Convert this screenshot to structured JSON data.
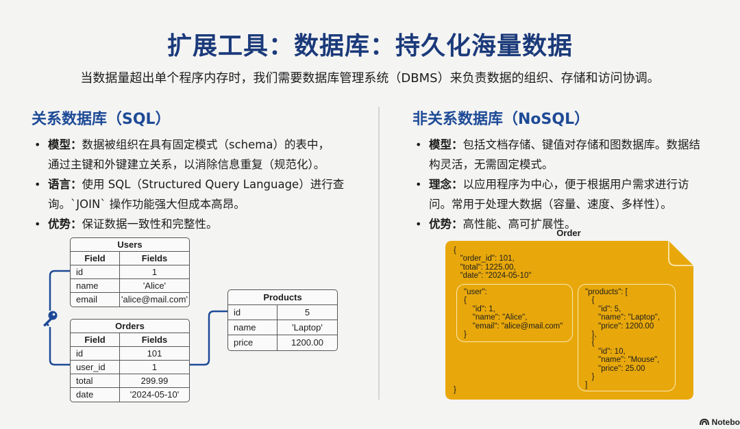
{
  "header": {
    "title": "扩展工具：数据库：持久化海量数据",
    "subtitle": "当数据量超出单个程序内存时，我们需要数据库管理系统（DBMS）来负责数据的组织、存储和访问协调。"
  },
  "sql": {
    "heading": "关系数据库（SQL）",
    "bullets": [
      {
        "label": "模型：",
        "text": "数据被组织在具有固定模式（schema）的表中，",
        "text2": "通过主键和外键建立关系，以消除信息重复（规范化）。"
      },
      {
        "label": "语言：",
        "text": "使用 SQL（Structured Query Language）进行查",
        "text2": "询。`JOIN` 操作功能强大但成本高昂。"
      },
      {
        "label": "优势：",
        "text": "保证数据一致性和完整性。"
      }
    ],
    "tables": {
      "users": {
        "name": "Users",
        "col1": "Field",
        "col2": "Fields",
        "rows": [
          [
            "id",
            "1"
          ],
          [
            "name",
            "'Alice'"
          ],
          [
            "email",
            "'alice@mail.com'"
          ]
        ]
      },
      "orders": {
        "name": "Orders",
        "col1": "Field",
        "col2": "Fields",
        "rows": [
          [
            "id",
            "101"
          ],
          [
            "user_id",
            "1"
          ],
          [
            "total",
            "299.99"
          ],
          [
            "date",
            "'2024-05-10'"
          ]
        ]
      },
      "products": {
        "name": "Products",
        "rows": [
          [
            "id",
            "5"
          ],
          [
            "name",
            "'Laptop'"
          ],
          [
            "price",
            "1200.00"
          ]
        ]
      }
    },
    "key_icon": "key-icon",
    "line_color": "#1d4a96"
  },
  "nosql": {
    "heading": "非关系数据库（NoSQL）",
    "bullets": [
      {
        "label": "模型：",
        "text": "包括文档存储、键值对存储和图数据库。数据结",
        "text2": "构灵活，无需固定模式。"
      },
      {
        "label": "理念：",
        "text": "以应用程序为中心，便于根据用户需求进行访",
        "text2": "问。常用于处理大数据（容量、速度、多样性）。"
      },
      {
        "label": "优势：",
        "text": "高性能、高可扩展性。"
      }
    ],
    "document": {
      "label": "Order",
      "color": "#e8a80c",
      "top": "{\n   \"order_id\": 101,\n   \"total\": 1225.00,\n   \"date\": \"2024-05-10\"",
      "user": "\"user\":\n{\n    \"id\": 1,\n    \"name\": \"Alice\",\n    \"email\": \"alice@mail.com\"\n}",
      "products": "\"products\": [\n   {\n      \"id\": 5,\n      \"name\": \"Laptop\",\n      \"price\": 1200.00\n   },\n   {\n      \"id\": 10,\n      \"name\": \"Mouse\",\n      \"price\": 25.00\n   }\n]",
      "close": "}"
    }
  },
  "footer": {
    "brand": "Notebo"
  }
}
